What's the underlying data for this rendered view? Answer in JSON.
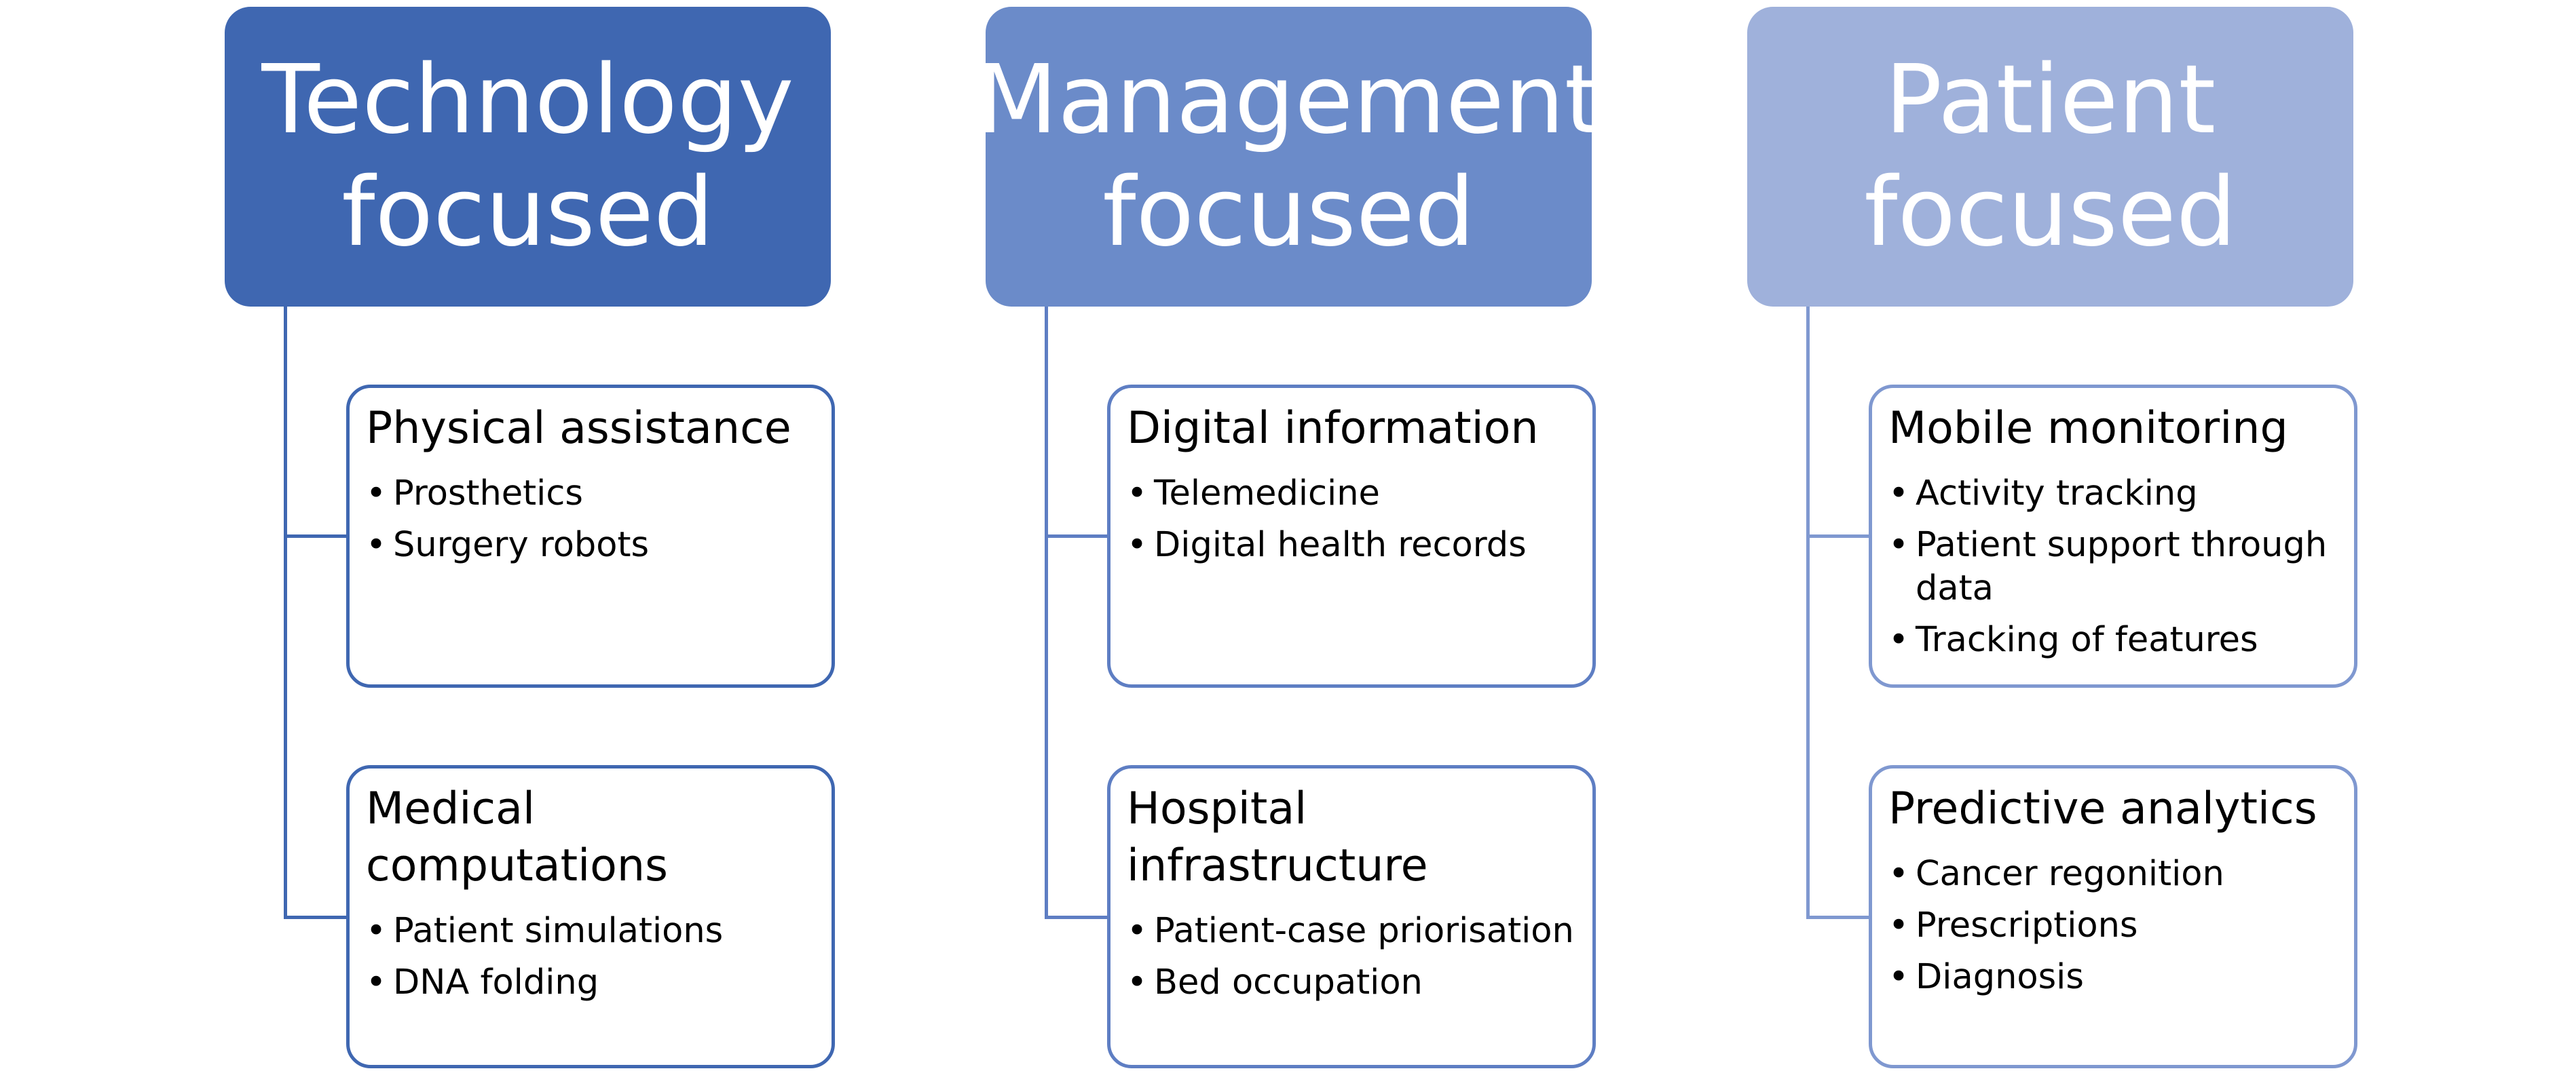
{
  "columns": [
    {
      "header": "Technology\nfocused",
      "header_color": "#3F67B1",
      "line_color": "#3F67B1",
      "cards": [
        {
          "title": "Physical assistance",
          "items": [
            "Prosthetics",
            "Surgery robots"
          ]
        },
        {
          "title": "Medical computations",
          "items": [
            "Patient simulations",
            "DNA folding"
          ]
        }
      ]
    },
    {
      "header": "Management\nfocused",
      "header_color": "#6B8BC9",
      "line_color": "#5E7EC3",
      "cards": [
        {
          "title": "Digital information",
          "items": [
            "Telemedicine",
            "Digital health records"
          ]
        },
        {
          "title": "Hospital infrastructure",
          "items": [
            "Patient-case priorisation",
            "Bed occupation"
          ]
        }
      ]
    },
    {
      "header": "Patient\nfocused",
      "header_color": "#9FB1DB",
      "line_color": "#7F98D0",
      "cards": [
        {
          "title": "Mobile monitoring",
          "items": [
            "Activity tracking",
            "Patient support through data",
            "Tracking of features"
          ]
        },
        {
          "title": "Predictive analytics",
          "items": [
            "Cancer regonition",
            "Prescriptions",
            "Diagnosis"
          ]
        }
      ]
    }
  ]
}
